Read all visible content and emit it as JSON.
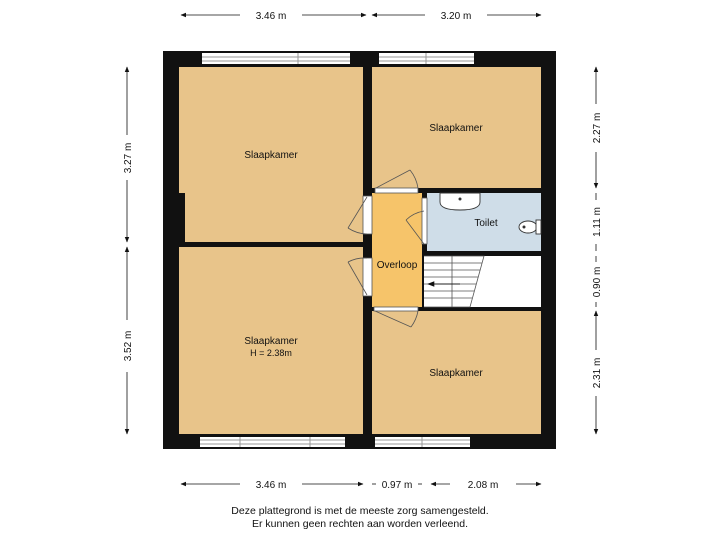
{
  "colors": {
    "wall": "#111111",
    "bedroom": "#e8c48a",
    "landing": "#f6c46a",
    "toilet": "#cfdde8",
    "stair": "#ffffff",
    "window": "#d9dde0"
  },
  "dimensions": {
    "top_left": "3.46 m",
    "top_right": "3.20 m",
    "bottom_left": "3.46 m",
    "bottom_mid": "0.97 m",
    "bottom_right": "2.08 m",
    "left_upper": "3.27 m",
    "left_lower": "3.52 m",
    "right_1": "2.27 m",
    "right_2": "1.11 m",
    "right_3": "0.90 m",
    "right_4": "2.31 m"
  },
  "rooms": {
    "bedroom_top_left": "Slaapkamer",
    "bedroom_top_right": "Slaapkamer",
    "bedroom_bottom_left": "Slaapkamer",
    "bedroom_bottom_left_height": "H = 2.38m",
    "bedroom_bottom_right": "Slaapkamer",
    "toilet": "Toilet",
    "landing": "Overloop"
  },
  "footer": {
    "line1": "Deze plattegrond is met de meeste zorg samengesteld.",
    "line2": "Er kunnen geen rechten aan worden verleend."
  }
}
